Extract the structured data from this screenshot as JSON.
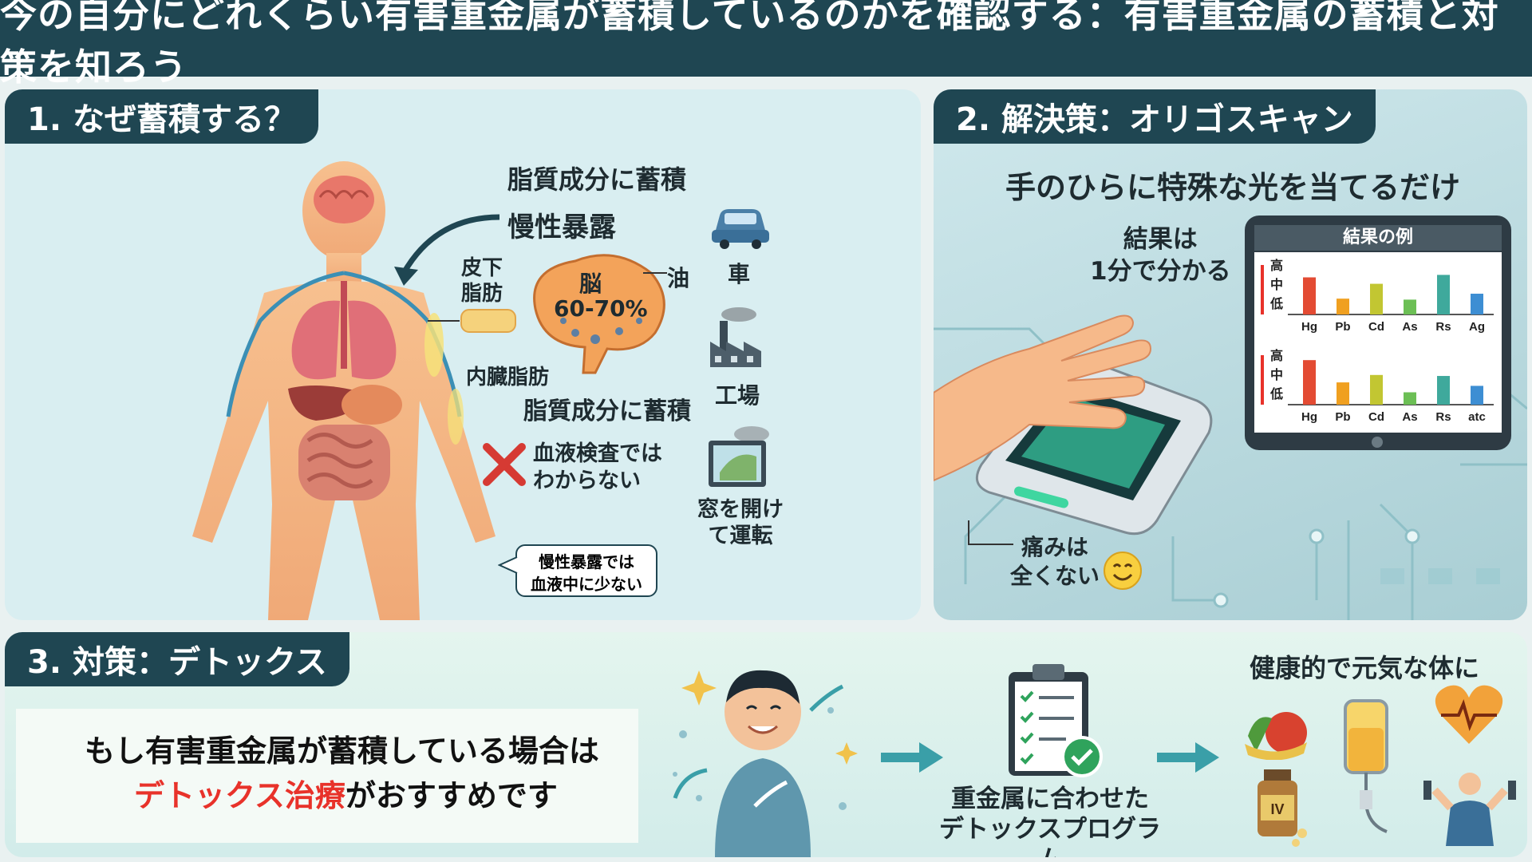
{
  "header": {
    "title": "今の自分にどれくらい有害重金属が蓄積しているのかを確認する：有害重金属の蓄積と対策を知ろう"
  },
  "section1": {
    "tag": "1. なぜ蓄積する？",
    "fat_accumulation_top": "脂質成分に蓄積",
    "chronic_exposure": "慢性暴露",
    "subcutaneous_fat": [
      "皮下",
      "脂肪"
    ],
    "brain_label": "脳",
    "brain_percent": "60-70%",
    "oil_label": "油",
    "visceral_fat": "内臓脂肪",
    "fat_accumulation_bottom": "脂質成分に蓄積",
    "blood_test": [
      "血液検査では",
      "わからない"
    ],
    "speech_bubble": [
      "慢性暴露では",
      "血液中に少ない"
    ],
    "sources": [
      {
        "icon": "car-icon",
        "label": "車"
      },
      {
        "icon": "factory-icon",
        "label": "工場"
      },
      {
        "icon": "open-window-icon",
        "label": "窓を開け\nて運転"
      }
    ]
  },
  "section2": {
    "tag": "2. 解決策：オリゴスキャン",
    "subtitle": "手のひらに特殊な光を当てるだけ",
    "result_time": [
      "結果は",
      "1分で分かる"
    ],
    "tablet_title": "結果の例",
    "painless": [
      "痛みは",
      "全くない"
    ],
    "chart_data": [
      {
        "type": "bar",
        "scale_labels": [
          "高",
          "中",
          "低"
        ],
        "categories": [
          "Hg",
          "Pb",
          "Cd",
          "As",
          "Rs",
          "Ag"
        ],
        "values": [
          0.75,
          0.32,
          0.62,
          0.3,
          0.8,
          0.42
        ],
        "colors": [
          "#e34b33",
          "#f0a020",
          "#c2c632",
          "#6cbf55",
          "#3fa99c",
          "#3d8ed3"
        ]
      },
      {
        "type": "bar",
        "scale_labels": [
          "高",
          "中",
          "低"
        ],
        "categories": [
          "Hg",
          "Pb",
          "Cd",
          "As",
          "Rs",
          "atc"
        ],
        "values": [
          0.9,
          0.45,
          0.6,
          0.25,
          0.58,
          0.38
        ],
        "colors": [
          "#e34b33",
          "#f0a020",
          "#c2c632",
          "#6cbf55",
          "#3fa99c",
          "#3d8ed3"
        ]
      }
    ]
  },
  "section3": {
    "tag": "3. 対策：デトックス",
    "message_line1": "もし有害重金属が蓄積している場合は",
    "message_highlight": "デトックス治療",
    "message_rest": "がおすすめです",
    "program_label": [
      "重金属に合わせた",
      "デトックスプログラム"
    ],
    "healthy_title": "健康的で元気な体に",
    "iv_label": "IV"
  },
  "colors": {
    "header_bg": "#1f4652",
    "highlight_red": "#e8322a",
    "arrow_teal": "#3a9fa8"
  }
}
